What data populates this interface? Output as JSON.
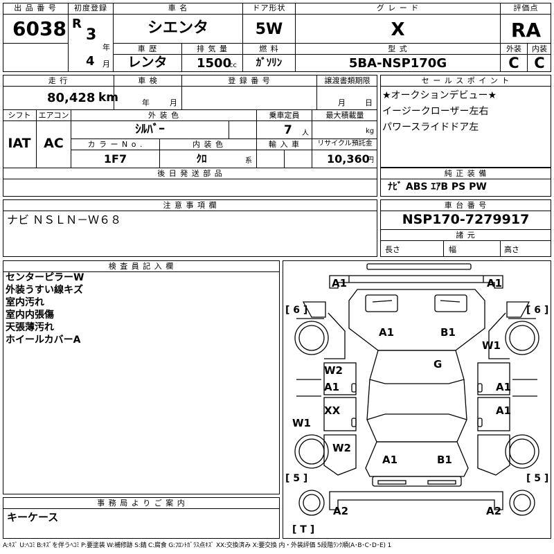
{
  "header": {
    "lot_no_label": "出 品 番 号",
    "lot_no": "6038",
    "reg_label": "初度登録",
    "era": "R",
    "year_num": "3",
    "year_unit": "年",
    "month_num": "4",
    "month_unit": "月",
    "car_name_label": "車 名",
    "car_name": "シエンタ",
    "door_label": "ドア形状",
    "door": "5W",
    "grade_label": "グ レ ー ド",
    "grade": "X",
    "score_label": "評価点",
    "score": "RA",
    "history_label": "車 歴",
    "history": "レンタ",
    "displacement_label": "排 気 量",
    "displacement": "1500",
    "cc": "cc",
    "fuel_label": "燃 料",
    "fuel": "ｶﾞｿﾘﾝ",
    "model_label": "型 式",
    "model": "5BA-NSP170G",
    "ext_label": "外装",
    "ext_grade": "C",
    "int_label": "内装",
    "int_grade": "C"
  },
  "row2": {
    "mileage_label": "走 行",
    "mileage": "80,428",
    "km": "km",
    "inspection_label": "車 検",
    "inspection_year": "年",
    "inspection_month": "月",
    "plate_label": "登 録 番 号",
    "transfer_label": "譲渡書類期限",
    "transfer_month": "月",
    "transfer_day": "日",
    "shift_label": "シフト",
    "shift": "IAT",
    "ac_label": "エアコン",
    "ac": "AC",
    "color_label": "外 装 色",
    "color": "ｼﾙﾊﾞｰ",
    "capacity_label": "乗車定員",
    "capacity": "7",
    "capacity_unit": "人",
    "load_label": "最大積載量",
    "load_unit": "kg",
    "color_no_label": "カ ラ ー N o .",
    "color_no": "1F7",
    "interior_label": "内 装 色",
    "interior": "ｸﾛ",
    "interior_unit": "系",
    "import_label": "輸 入 車",
    "recycle_label": "リサイクル預託金",
    "recycle": "10,360",
    "recycle_unit": "円",
    "later_parts_label": "後 日 発 送 部 品"
  },
  "sales_points": {
    "label": "セ ー ル ス ポ イ ン ト",
    "lines": [
      "★オークションデビュー★",
      "イージークローザー左右",
      "パワースライドドア左"
    ]
  },
  "equipment": {
    "label": "純 正 装 備",
    "value": "ﾅﾋﾞ ABS ｴｱB PS PW"
  },
  "notes": {
    "label": "注 意 事 項 欄",
    "value": "ナビ ＮＳＬＮ－Ｗ６８"
  },
  "chassis": {
    "label": "車 台 番 号",
    "value": "NSP170-7279917",
    "dims_label": "諸 元",
    "length": "長さ",
    "width": "幅",
    "height": "高さ"
  },
  "inspector": {
    "label": "検 査 員 記 入 欄",
    "lines": [
      "センターピラーW",
      "外装うすい線キズ",
      "室内汚れ",
      "室内内張傷",
      "天張薄汚れ",
      "ホイールカバーA"
    ]
  },
  "office": {
    "label": "事 務 局 よ り ご 案 内",
    "value": "キーケース"
  },
  "diagram": {
    "marks": {
      "front_l": "A1",
      "front_r": "A1",
      "hood_l": "A1",
      "hood_r": "B1",
      "front_wheel_r": "W1",
      "roof": "G",
      "left_door1_top": "W2",
      "left_door1": "A1",
      "right_door1": "A1",
      "left_door2": "XX",
      "right_door2": "A1",
      "rear_wheel_l": "W1",
      "left_rear": "W2",
      "trunk_l": "A1",
      "trunk_r": "B1",
      "rear_l": "A2",
      "rear_r": "A2"
    },
    "tires": {
      "fl": "[ 6 ]",
      "fr": "[ 6 ]",
      "rl": "[ 5 ]",
      "rr": "[ 5 ]",
      "spare": "[ T ]"
    }
  },
  "legend": "A:ｷｽﾞ U:ﾍｺﾐ B:ｷｽﾞを伴うﾍｺﾐ P:要塗装 W:補修跡 S:錆 C:腐食 G:ﾌﾛﾝﾄｶﾞﾗｽ点ｷｽﾞ XX:交換済み X:要交換 内・外装評価 5段階ﾗﾝｸ順(A･B･C･D･E) 1"
}
